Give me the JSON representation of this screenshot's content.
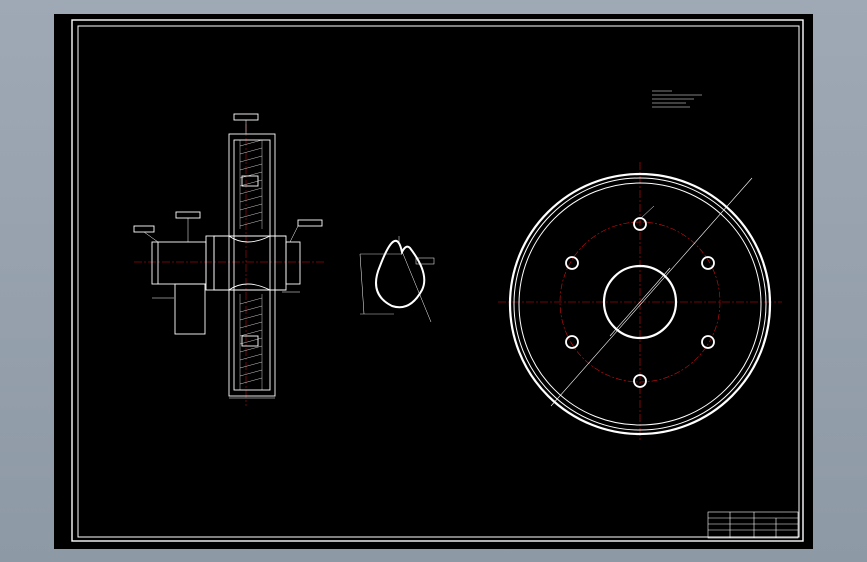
{
  "sheet": {
    "background": "#000000",
    "line_color": "#ffffff",
    "centerline_color": "#d01010",
    "app_frame_color": "#939eaa"
  },
  "views": {
    "section_view": {
      "name": "gear-section-view"
    },
    "cam_view": {
      "name": "cam-profile-view"
    },
    "front_view": {
      "name": "wheel-front-view"
    }
  },
  "title_block": {
    "name": "title-block"
  }
}
